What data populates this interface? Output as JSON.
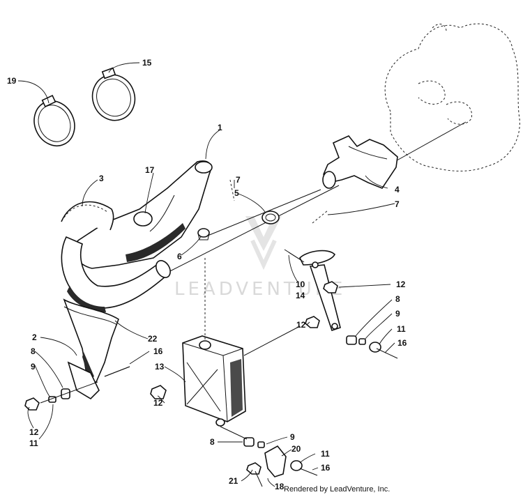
{
  "diagram": {
    "callouts": {
      "c1": "1",
      "c2": "2",
      "c3": "3",
      "c4": "4",
      "c5": "5",
      "c6": "6",
      "c7a": "7",
      "c7b": "7",
      "c8a": "8",
      "c8b": "8",
      "c8c": "8",
      "c9a": "9",
      "c9b": "9",
      "c9c": "9",
      "c10": "10",
      "c11a": "11",
      "c11b": "11",
      "c11c": "11",
      "c12a": "12",
      "c12b": "12",
      "c12c": "12",
      "c12d": "12",
      "c13": "13",
      "c14": "14",
      "c15": "15",
      "c16a": "16",
      "c16b": "16",
      "c16c": "16",
      "c17": "17",
      "c18": "18",
      "c19": "19",
      "c20": "20",
      "c21": "21",
      "c22": "22"
    },
    "watermark": "LEADVENTURE",
    "credit": "Rendered by LeadVenture, Inc."
  }
}
